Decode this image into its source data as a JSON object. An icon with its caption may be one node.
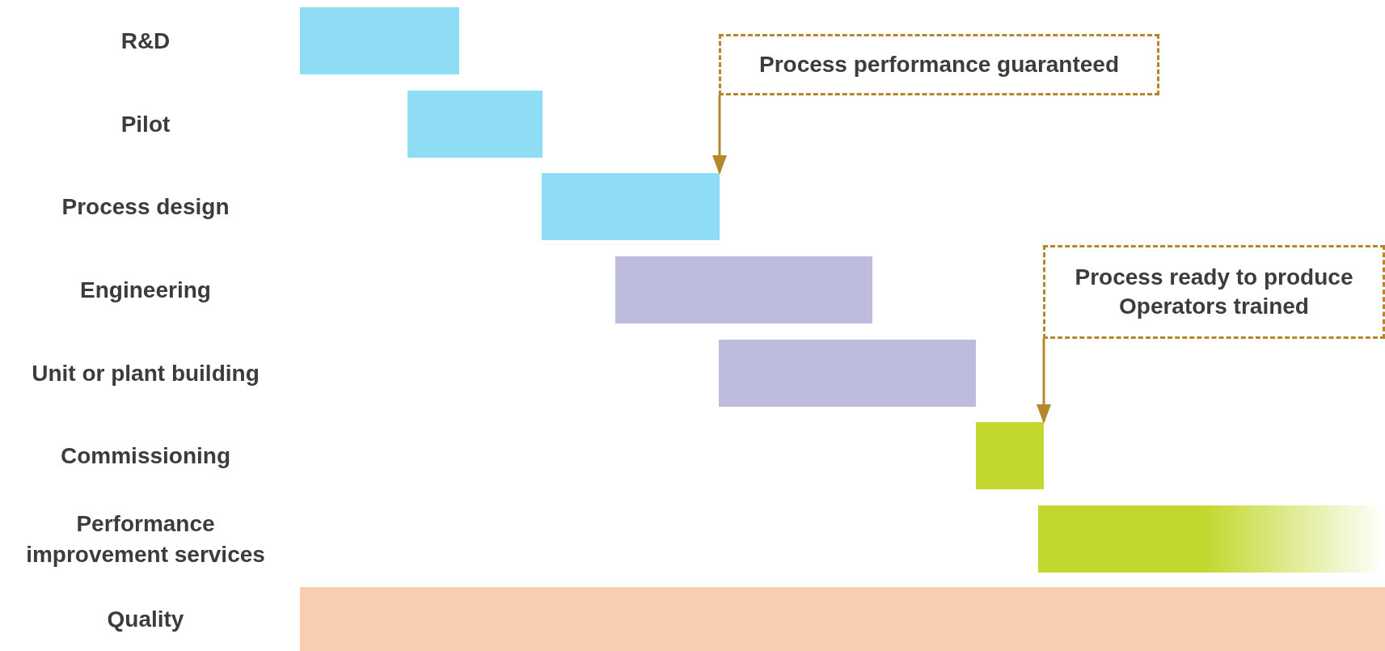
{
  "diagram": {
    "nodes": [
      {
        "text": [],
        "shape": "bar"
      },
      {
        "text": [],
        "shape": "bar"
      },
      {
        "text": [],
        "shape": "bar"
      },
      {
        "text": [],
        "shape": "bar"
      },
      {
        "text": [],
        "shape": "bar"
      },
      {
        "text": [],
        "shape": "bar"
      },
      {
        "text": [],
        "shape": "bar"
      },
      {
        "text": [],
        "shape": "bar"
      },
      {
        "text": [
          "Process performance guaranteed"
        ]
      },
      {
        "text": [
          "Process ready to produce Operators trained"
        ]
      }
    ],
    "edges": [
      {
        "from": 8,
        "to": 2,
        "arrow": "to"
      },
      {
        "from": 9,
        "to": 5,
        "arrow": "to"
      }
    ],
    "labels": [
      "R&D",
      "Pilot",
      "Process design",
      "Engineering",
      "Unit or plant building",
      "Commissioning",
      "Performance improvement services",
      "Quality"
    ]
  }
}
